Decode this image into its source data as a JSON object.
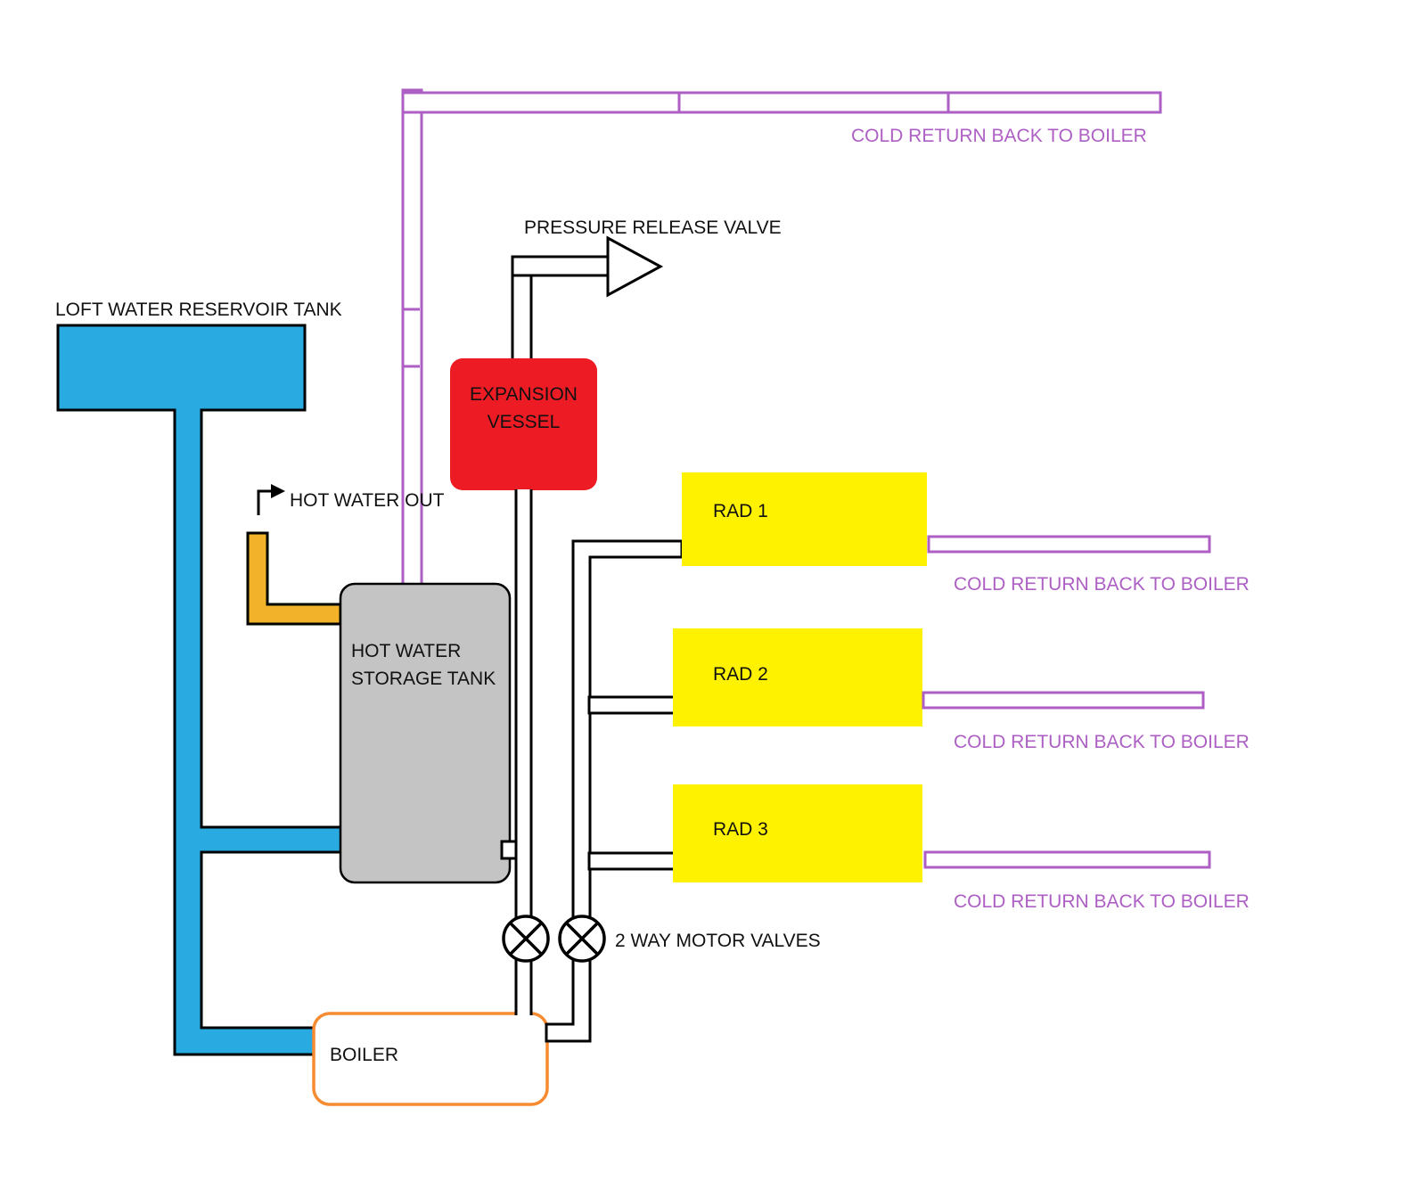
{
  "diagram": {
    "type": "central-heating-system-diagram",
    "labels": {
      "cold_return_top": "COLD RETURN BACK TO BOILER",
      "pressure_release_valve": "PRESSURE RELEASE VALVE",
      "loft_tank": "LOFT WATER RESERVOIR TANK",
      "expansion_vessel": "EXPANSION\nVESSEL",
      "hot_water_out": "HOT WATER OUT",
      "hot_water_tank": "HOT WATER\nSTORAGE TANK",
      "rad_1": "RAD 1",
      "rad_2": "RAD 2",
      "rad_3": "RAD 3",
      "cold_return_rad1": "COLD RETURN BACK TO BOILER",
      "cold_return_rad2": "COLD RETURN BACK TO BOILER",
      "cold_return_rad3": "COLD RETURN BACK TO BOILER",
      "motor_valves": "2 WAY MOTOR VALVES",
      "boiler": "BOILER"
    },
    "colors": {
      "pipe_purple": "#ad5fc4",
      "water_blue": "#29abe2",
      "radiator_yellow": "#fff200",
      "vessel_red": "#ed1c24",
      "hot_out_gold": "#f2b32a",
      "boiler_orange": "#f78b31",
      "tank_gray": "#c4c4c4",
      "pipe_black": "#000000"
    }
  }
}
